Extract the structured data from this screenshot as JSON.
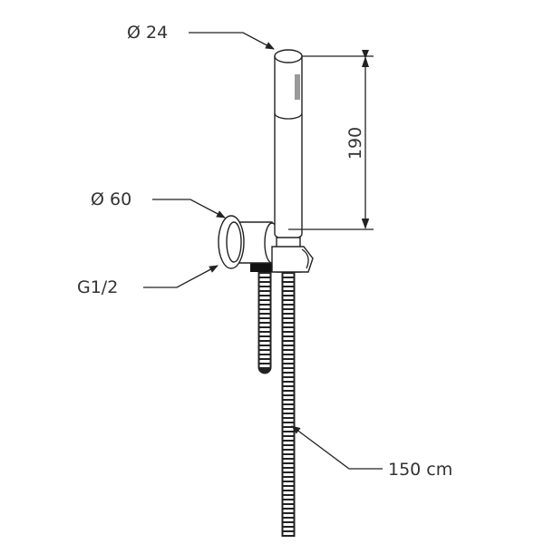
{
  "diagram": {
    "labels": {
      "head_diameter": "Ø 24",
      "flange_diameter": "Ø 60",
      "thread": "G1/2",
      "hose_length": "150 cm",
      "head_length": "190"
    },
    "colors": {
      "line": "#222222",
      "text": "#333333",
      "slot": "#9a9a9a"
    }
  }
}
